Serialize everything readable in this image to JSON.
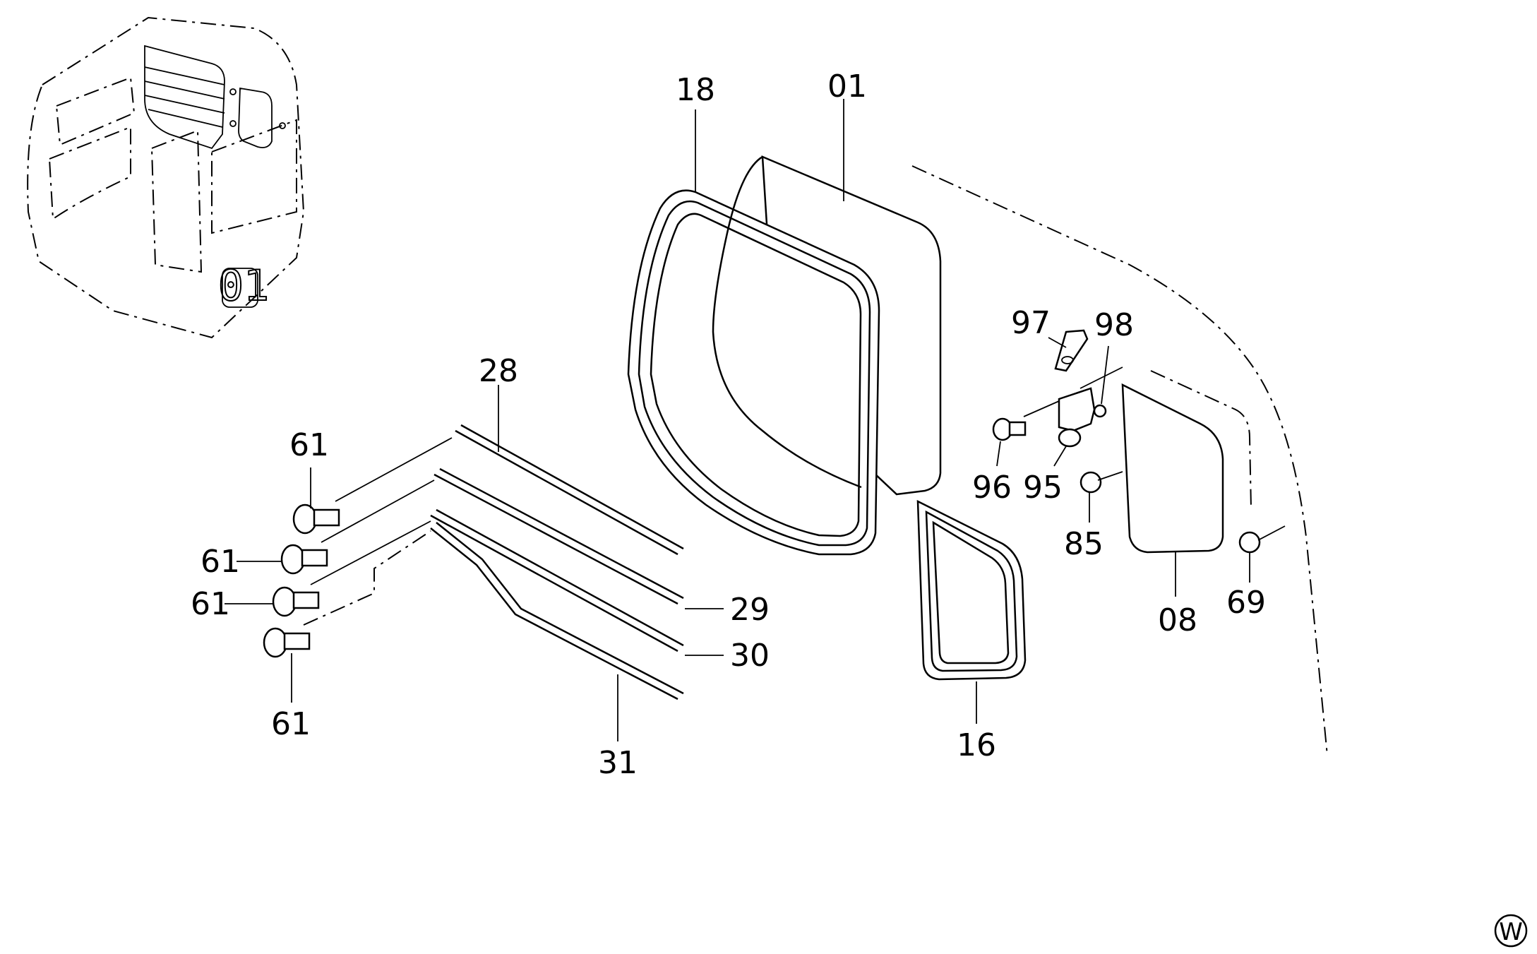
{
  "callouts": {
    "c01": "01",
    "c18": "18",
    "c28": "28",
    "c29": "29",
    "c30": "30",
    "c31": "31",
    "c61a": "61",
    "c61b": "61",
    "c61c": "61",
    "c61d": "61",
    "c97": "97",
    "c98": "98",
    "c96": "96",
    "c95": "95",
    "c85": "85",
    "c08": "08",
    "c69": "69",
    "c16": "16"
  },
  "corner_mark": "W",
  "thumbnail_label": "01",
  "colors": {
    "line": "#000000",
    "background": "#ffffff"
  }
}
